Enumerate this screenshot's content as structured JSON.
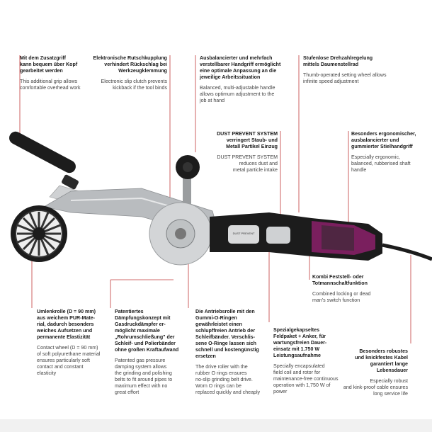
{
  "colors": {
    "leader_line": "#c23a3a",
    "accent_purple": "#7a1f5e",
    "tool_black": "#1c1c1c",
    "tool_silver": "#b9bcbf"
  },
  "annotations": {
    "a1": {
      "de": "Mit dem Zusatzgriff\nkann bequem über Kopf\ngearbeitet werden",
      "en": "This additional grip allows\ncomfortable overhead work"
    },
    "a2": {
      "de": "Elektronische Rutschkupplung\nverhindert Rückschlag bei\nWerkzeugklemmung",
      "en": "Electronic slip clutch prevents\nkickback if the tool binds"
    },
    "a3": {
      "de": "Ausbalancierter und mehrfach\nverstellbarer Handgriff ermöglicht\neine optimale Anpassung an die\njeweilige Arbeitssituation",
      "en": "Balanced, multi-adjustable handle\nallows optimum adjustment to the\njob at hand"
    },
    "a4": {
      "de": "Stufenlose Drehzahlregelung\nmittels Daumenstellrad",
      "en": "Thumb-operated setting wheel allows\ninfinite speed adjustment"
    },
    "a5": {
      "de": "DUST PREVENT SYSTEM\nverringert Staub- und\nMetall Partikel Einzug",
      "en": "DUST PREVENT SYSTEM\nreduces dust and\nmetal particle intake"
    },
    "a6": {
      "de": "Besonders ergonomischer,\nausbalancierter und\ngummierter Stielhandgriff",
      "en": "Especially ergonomic,\nbalanced, rubberised shaft\nhandle"
    },
    "a7": {
      "de": "Kombi Feststell- oder\nTotmannschaltfunktion",
      "en": "Combined locking or dead\nman's switch function"
    },
    "a8": {
      "de": "Umlenkrolle (D = 90 mm)\naus weichem PUR-Mate-\nrial, dadurch besonders\nweiches Aufsetzen und\npermanente Elastizität",
      "en": "Contact wheel (D = 90 mm)\nof soft polyurethane material\nensures particularly soft\ncontact and constant\nelasticity"
    },
    "a9": {
      "de": "Patentiertes\nDämpfungskonzept mit\nGasdruckdämpfer er-\nmöglicht maximale\n„Rohrumschließung\" der\nSchleif- und Polierbänder\nohne großen Kraftaufwand",
      "en": "Patented gas pressure\ndamping system allows\nthe grinding and polishing\nbelts to fit around pipes to\nmaximum effect with no\ngreat effort"
    },
    "a10": {
      "de": "Die Antriebsrolle mit den\nGummi-O-Ringen\ngewährleistet einen\nschlupffreien Antrieb der\nSchleifbänder. Verschlis-\nsene O-Ringe lassen sich\nschnell und kostengünstig\nersetzen",
      "en": "The drive roller with the\nrubber O rings ensures\nno-slip grinding belt drive.\nWorn O rings can be\nreplaced quickly and cheaply"
    },
    "a11": {
      "de": "Spezialgekapseltes\nFeldpaket + Anker, für\nwartungsfreien Dauer-\neinsatz mit 1.750 W\nLeistungsaufnahme",
      "en": "Specially encapsulated\nfield coil and rotor for\nmaintenance-free continuous\noperation with 1,750 W of\npower"
    },
    "a12": {
      "de": "Besonders robustes\nund knickfestes Kabel\ngarantiert lange\nLebensdauer",
      "en": "Especially robust\nand kink-proof cable ensures\nlong service life"
    }
  },
  "tool_labels": {
    "dust_label": "DUST PREVENT"
  }
}
